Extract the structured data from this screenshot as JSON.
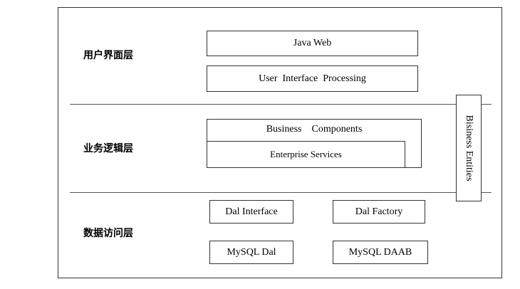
{
  "diagram": {
    "layers": [
      {
        "label": "用户界面层",
        "components": [
          "Java Web",
          "User  Interface  Processing"
        ]
      },
      {
        "label": "业务逻辑层",
        "components": [
          "Business    Components",
          "Enterprise Services"
        ]
      },
      {
        "label": "数据访问层",
        "components": [
          "Dal Interface",
          "Dal Factory",
          "MySQL Dal",
          "MySQL DAAB"
        ]
      }
    ],
    "side_component": "Bisiness Entities"
  }
}
